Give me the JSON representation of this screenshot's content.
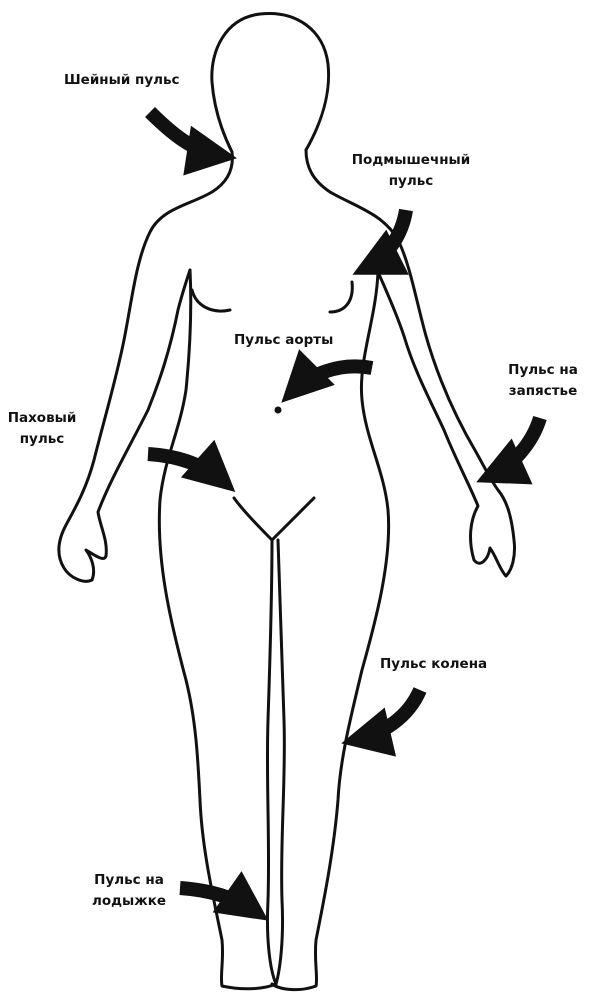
{
  "labels": {
    "neck": "Шейный пульс",
    "axillary_line1": "Подмышечный",
    "axillary_line2": "пульс",
    "aortic": "Пульс аорты",
    "wrist_line1": "Пульс на",
    "wrist_line2": "запястье",
    "inguinal_line1": "Паховый",
    "inguinal_line2": "пульс",
    "knee": "Пульс колена",
    "ankle_line1": "Пульс на",
    "ankle_line2": "лодыжке"
  },
  "colors": {
    "ink": "#111111",
    "background": "#ffffff"
  },
  "icons": [
    "arrow-icon"
  ]
}
